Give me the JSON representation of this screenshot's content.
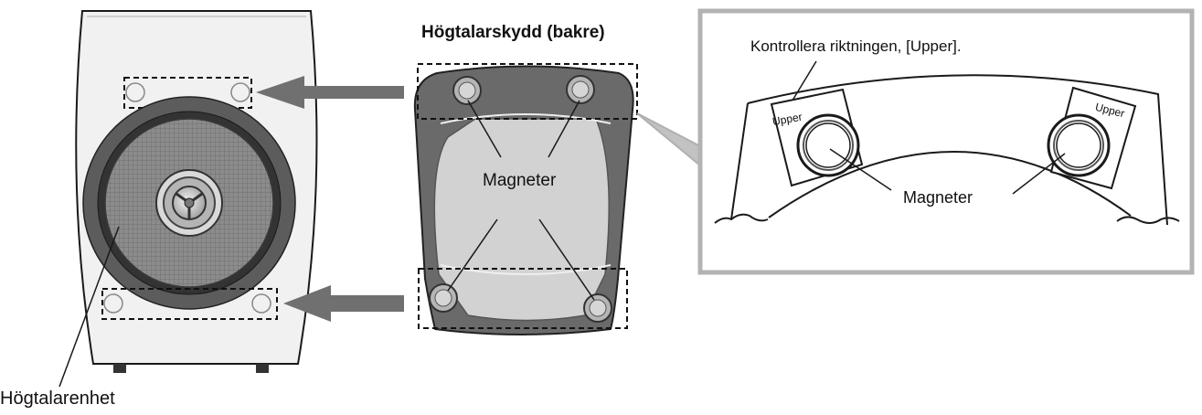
{
  "labels": {
    "cover_title": "Högtalarskydd (bakre)",
    "speaker_unit": "Högtalarenhet",
    "magnets_center": "Magneter",
    "magnets_detail": "Magneter",
    "check_direction": "Kontrollera riktningen, [Upper].",
    "upper_left": "Upper",
    "upper_right": "Upper"
  },
  "colors": {
    "line": "#1a1a1a",
    "cabinet_fill": "#f1f1f1",
    "dark_ring": "#5c5c5c",
    "grille": "#8a8a8a",
    "cover_frame": "#6a6a6a",
    "cover_inner": "#d2d2d2",
    "arrow": "#6e6e6e",
    "callout_border": "#b5b5b5"
  }
}
